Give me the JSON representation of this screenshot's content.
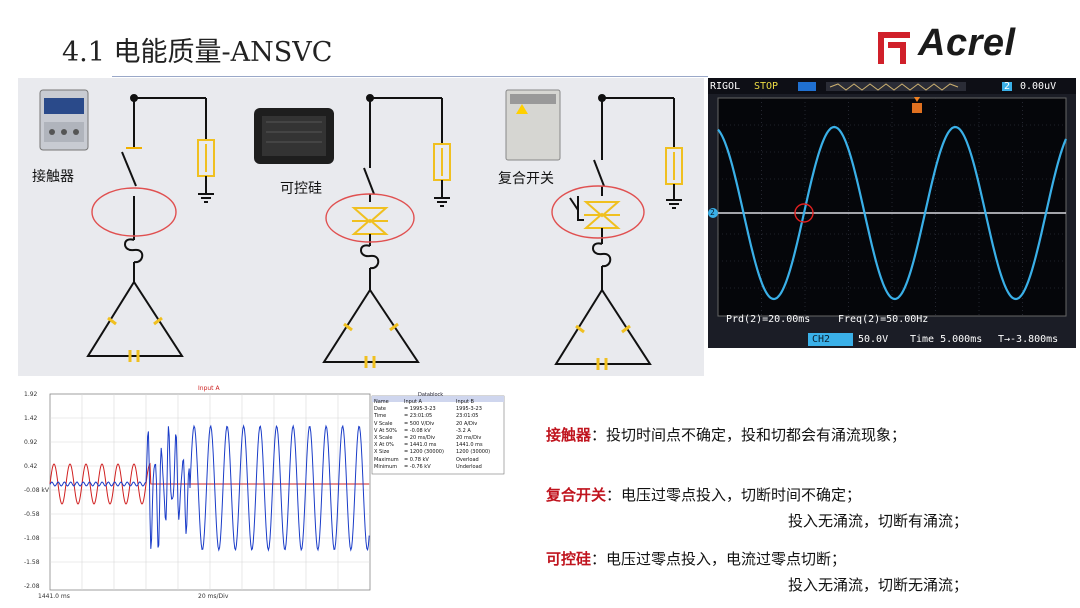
{
  "title": "4.1 电能质量-ANSVC",
  "logo": {
    "text": "Acrel",
    "accent": "#d0202a"
  },
  "devices": [
    {
      "label": "接触器"
    },
    {
      "label": "可控硅"
    },
    {
      "label": "复合开关"
    }
  ],
  "scope": {
    "brand": "RIGOL",
    "state": "STOP",
    "channel_badge": "2",
    "trigger_value": "0.00uV",
    "period": "Prd(2)=20.00ms",
    "frequency": "Freq(2)=50.00Hz",
    "ch_label": "CH2",
    "ch_scale": "50.0V",
    "time_scale": "Time 5.000ms",
    "trigger_offset": "T→-3.800ms",
    "marker_label": "2"
  },
  "waveform": {
    "title": "Input A",
    "y_ticks": [
      "1.92",
      "1.42",
      "0.92",
      "0.42",
      "-0.08 kV",
      "-0.58",
      "-1.08",
      "-1.58",
      "-2.08"
    ],
    "x_left": "1441.0 ms",
    "x_mid": "20 ms/Div",
    "datablock": {
      "title": "Datablock",
      "headers": [
        "Name",
        "Input A",
        "Input B"
      ],
      "rows": [
        [
          "Date",
          "= 1995-3-23",
          "1995-3-23"
        ],
        [
          "Time",
          "= 23:01:05",
          "23:01:05"
        ],
        [
          "V Scale",
          "= 500   V/Div",
          "20   A/Div"
        ],
        [
          "V At 50%",
          "= -0.08 kV",
          "-3.2 A"
        ],
        [
          "X Scale",
          "= 20   ms/Div",
          "20   ms/Div"
        ],
        [
          "X At 0%",
          "= 1441.0  ms",
          "1441.0 ms"
        ],
        [
          "X Size",
          "= 1200 (30000)",
          "1200 (30000)"
        ],
        [
          "Maximum",
          "= 0.78 kV",
          "Overload"
        ],
        [
          "Minimum",
          "= -0.76 kV",
          "Underload"
        ]
      ]
    }
  },
  "descriptions": [
    {
      "key": "接触器",
      "text": "：投切时间点不确定，投和切都会有涌流现象；",
      "cont": ""
    },
    {
      "key": "复合开关",
      "text": "：电压过零点投入，切断时间不确定；",
      "cont": "投入无涌流，切断有涌流；"
    },
    {
      "key": "可控硅",
      "text": "：电压过零点投入，电流过零点切断；",
      "cont": "投入无涌流，切断无涌流；"
    }
  ],
  "colors": {
    "highlight": "#e02020",
    "symbol": "#f0c020",
    "scope_wave": "#3ab0e8",
    "trace_a": "#1a3cc8",
    "trace_b": "#d02020"
  }
}
